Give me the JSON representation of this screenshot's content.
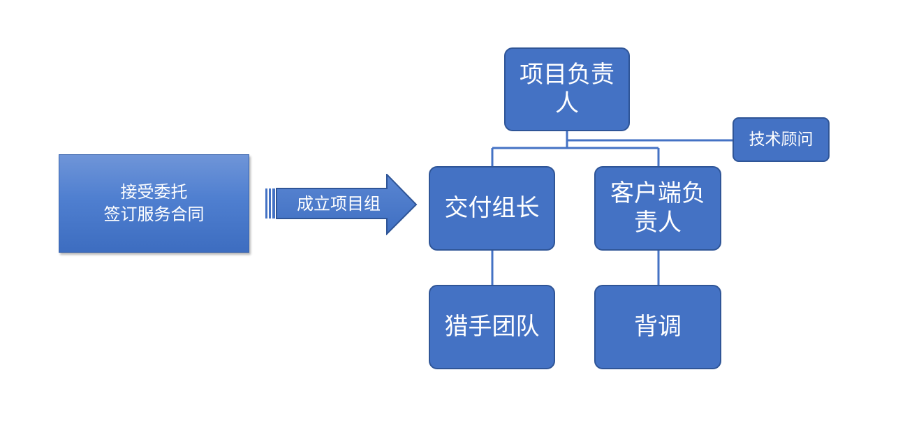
{
  "diagram": {
    "start_box": {
      "line1": "接受委托",
      "line2": "签订服务合同"
    },
    "arrow": {
      "label": "成立项目组"
    },
    "nodes": {
      "project_lead": {
        "line1": "项目负责",
        "line2": "人"
      },
      "tech_advisor": {
        "label": "技术顾问"
      },
      "delivery_lead": {
        "label": "交付组长"
      },
      "client_lead": {
        "line1": "客户端负",
        "line2": "责人"
      },
      "headhunter_team": {
        "label": "猎手团队"
      },
      "background_check": {
        "label": "背调"
      }
    }
  },
  "colors": {
    "node_fill": "#4472c4",
    "node_border": "#2f5597",
    "connector": "#4472c4",
    "text": "#ffffff"
  }
}
